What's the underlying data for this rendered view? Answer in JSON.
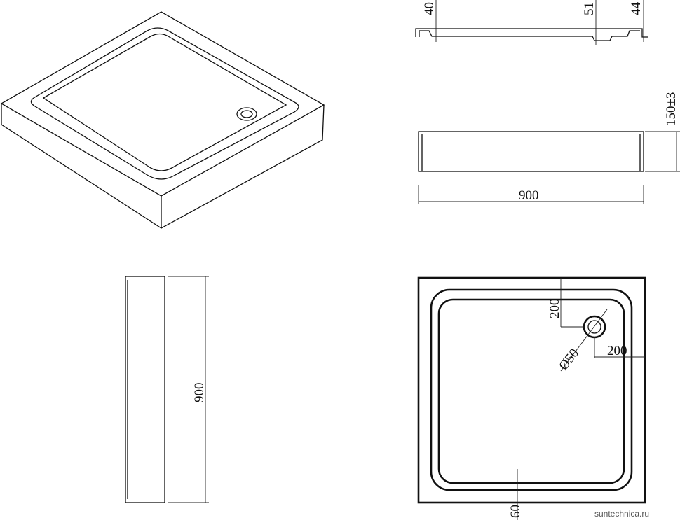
{
  "section_view": {
    "dim_left": "40",
    "dim_drain": "51",
    "dim_right": "44"
  },
  "side_view": {
    "height": "150±3",
    "width": "900"
  },
  "end_view": {
    "length": "900"
  },
  "plan_view": {
    "drain_offset_top": "200",
    "drain_offset_right": "200",
    "drain_diameter": "Ø50",
    "rim_width": "60"
  },
  "watermark": "suntechnica.ru"
}
